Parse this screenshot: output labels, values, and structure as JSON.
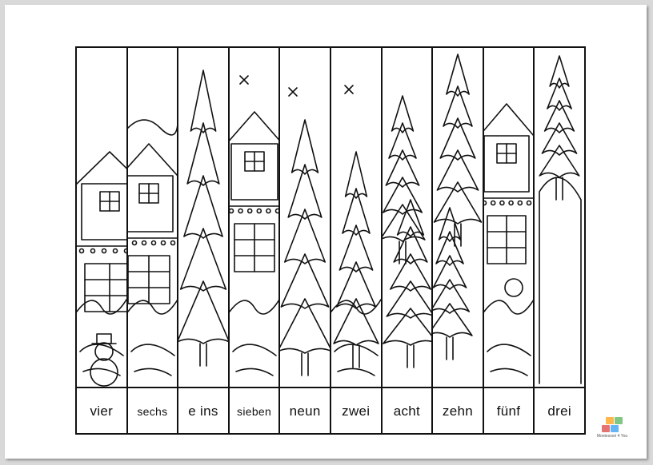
{
  "worksheet": {
    "strips": [
      {
        "word": "vier"
      },
      {
        "word": "sechs"
      },
      {
        "word": "e ins"
      },
      {
        "word": "sieben"
      },
      {
        "word": "neun"
      },
      {
        "word": "zwei"
      },
      {
        "word": "acht"
      },
      {
        "word": "zehn"
      },
      {
        "word": "fünf"
      },
      {
        "word": "drei"
      }
    ]
  },
  "logo": {
    "text": "Montessori 4 You",
    "colors": [
      "#e57373",
      "#64b5f6",
      "#ffb74d",
      "#81c784"
    ]
  }
}
